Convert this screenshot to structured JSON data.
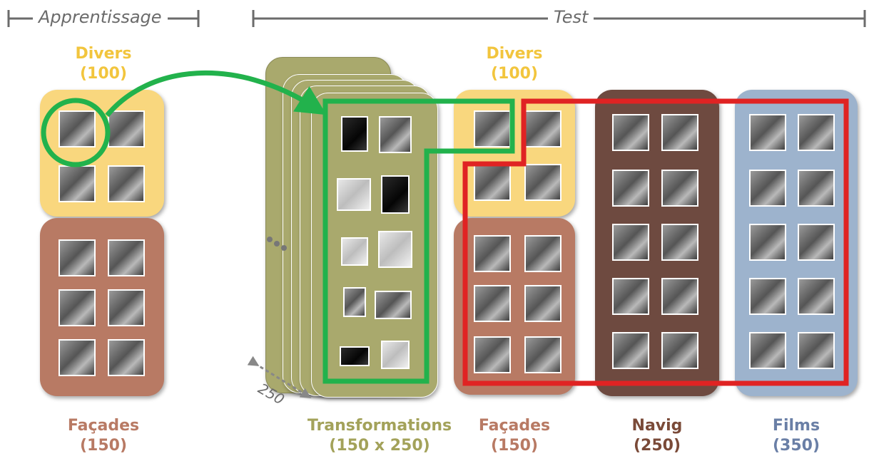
{
  "header": {
    "training": "Apprentissage",
    "test": "Test"
  },
  "labels": {
    "divers_left": {
      "name": "Divers",
      "count": "(100)"
    },
    "facades_left": {
      "name": "Façades",
      "count": "(150)"
    },
    "transformations": {
      "name": "Transformations",
      "count": "(150 x 250)"
    },
    "divers_right": {
      "name": "Divers",
      "count": "(100)"
    },
    "facades_right": {
      "name": "Façades",
      "count": "(150)"
    },
    "navig": {
      "name": "Navig",
      "count": "(250)"
    },
    "films": {
      "name": "Films",
      "count": "(350)"
    },
    "stack_depth": "250"
  },
  "colors": {
    "divers": "#f9d77e",
    "facades": "#b87a64",
    "transformations": "#a9a96d",
    "navig": "#6e4a40",
    "films": "#9db3cd",
    "green": "#22b24c",
    "red": "#e02323"
  }
}
